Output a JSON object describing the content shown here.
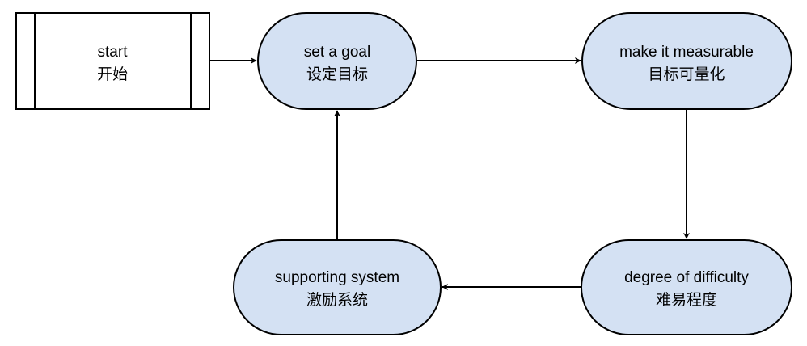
{
  "diagram": {
    "start": {
      "line1": "start",
      "line2": "开始"
    },
    "goal": {
      "line1": "set a goal",
      "line2": "设定目标"
    },
    "measurable": {
      "line1": "make it measurable",
      "line2": "目标可量化"
    },
    "difficulty": {
      "line1": "degree of difficulty",
      "line2": "难易程度"
    },
    "support": {
      "line1": "supporting system",
      "line2": "激励系统"
    }
  },
  "colors": {
    "node_fill": "#d4e1f3",
    "stroke": "#000000",
    "start_fill": "#ffffff"
  }
}
